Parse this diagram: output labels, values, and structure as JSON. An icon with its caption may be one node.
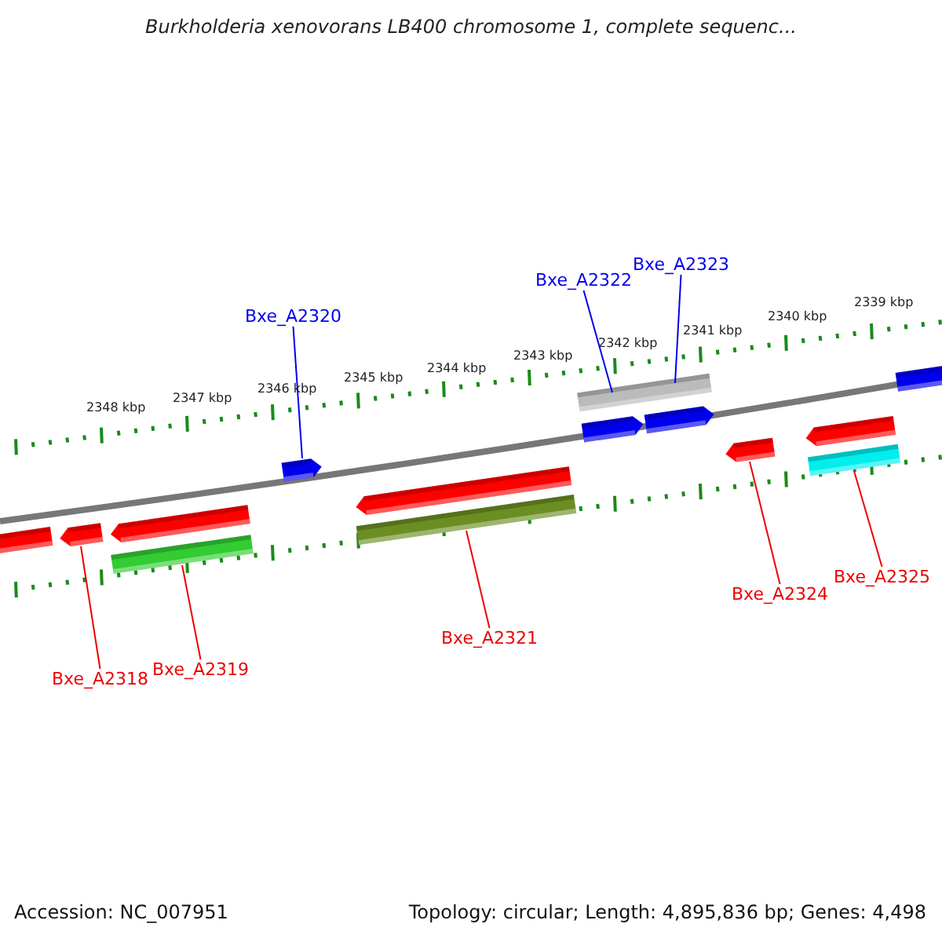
{
  "diagram": {
    "title": "Burkholderia xenovorans LB400 chromosome 1, complete sequenc...",
    "nodes": [
      {
        "text": [
          "Bxe_A2323"
        ]
      },
      {
        "text": [
          "Bxe_A2322"
        ]
      },
      {
        "text": [
          "Bxe_A2320"
        ]
      },
      {
        "text": [
          "Bxe_A2325"
        ]
      },
      {
        "text": [
          "Bxe_A2324"
        ]
      },
      {
        "text": [
          "Bxe_A2321"
        ]
      },
      {
        "text": [
          "Bxe_A2319"
        ]
      },
      {
        "text": [
          "Bxe_A2318"
        ]
      },
      {
        "text": [],
        "shape": "bar"
      },
      {
        "text": [],
        "shape": "arrow"
      },
      {
        "text": [],
        "shape": "arrow"
      },
      {
        "text": [],
        "shape": "bar"
      },
      {
        "text": [],
        "shape": "arrow"
      },
      {
        "text": [],
        "shape": "arrow"
      },
      {
        "text": [],
        "shape": "bar"
      },
      {
        "text": [],
        "shape": "bar"
      },
      {
        "text": [],
        "shape": "arrow"
      },
      {
        "text": [],
        "shape": "arrow"
      },
      {
        "text": [],
        "shape": "arrow"
      },
      {
        "text": [],
        "shape": "arrow"
      },
      {
        "text": [],
        "shape": "bar"
      },
      {
        "text": [],
        "shape": "bar"
      }
    ],
    "edges": [
      {
        "from": 0,
        "to": 15,
        "arrow": "none",
        "color": "#0000ee"
      },
      {
        "from": 1,
        "to": 15,
        "arrow": "none",
        "color": "#0000ee"
      },
      {
        "from": 2,
        "to": 12,
        "arrow": "none",
        "color": "#0000ee"
      },
      {
        "from": 3,
        "to": 20,
        "arrow": "none"
      },
      {
        "from": 4,
        "to": 18,
        "arrow": "none"
      },
      {
        "from": 5,
        "to": 14,
        "arrow": "none"
      },
      {
        "from": 6,
        "to": 11,
        "arrow": "none"
      },
      {
        "from": 7,
        "to": 9,
        "arrow": "none"
      }
    ],
    "labels": [
      "2348 kbp",
      "2347 kbp",
      "2346 kbp",
      "2345 kbp",
      "2344 kbp",
      "2343 kbp",
      "2342 kbp",
      "2341 kbp",
      "2340 kbp",
      "2339 kbp",
      "Accession: NC_007951",
      "Topology: circular; Length: 4,895,836 bp; Genes: 4,498"
    ]
  }
}
